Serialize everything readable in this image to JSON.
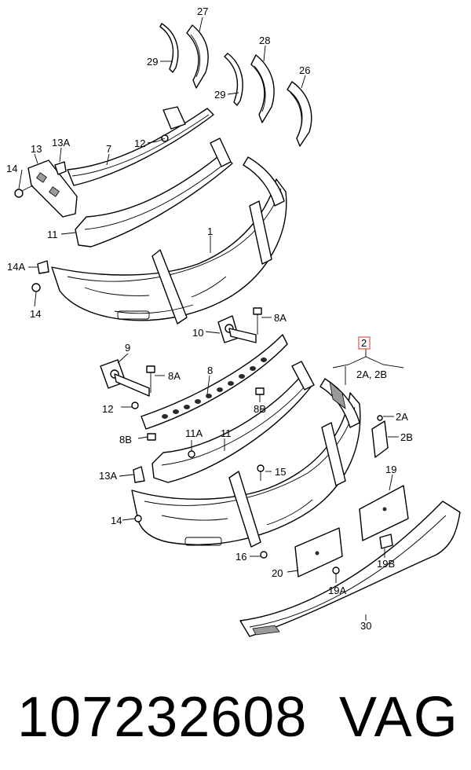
{
  "callouts": {
    "c27": "27",
    "c29a": "29",
    "c28": "28",
    "c29b": "29",
    "c26": "26",
    "c13": "13",
    "c13a": "13A",
    "c7": "7",
    "c12a": "12",
    "c14a": "14",
    "c11a": "11",
    "c1": "1",
    "c14a_clip": "14A",
    "c14b": "14",
    "c8a_top": "8A",
    "c10": "10",
    "c9": "9",
    "c8a_mid": "8A",
    "c8": "8",
    "c12b": "12",
    "c8b_left": "8B",
    "c8b_mid": "8B",
    "c11a_screw": "11A",
    "c11b": "11",
    "c2": "2",
    "c2a2b": "2A,  2B",
    "c2a": "2A",
    "c2b": "2B",
    "c13a_b": "13A",
    "c15": "15",
    "c19": "19",
    "c14c": "14",
    "c16": "16",
    "c20": "20",
    "c19a": "19A",
    "c19b": "19B",
    "c30": "30"
  },
  "colors": {
    "accent_box": "#d9534f"
  },
  "footer": {
    "part_number": "107232608",
    "brand": "VAG"
  }
}
